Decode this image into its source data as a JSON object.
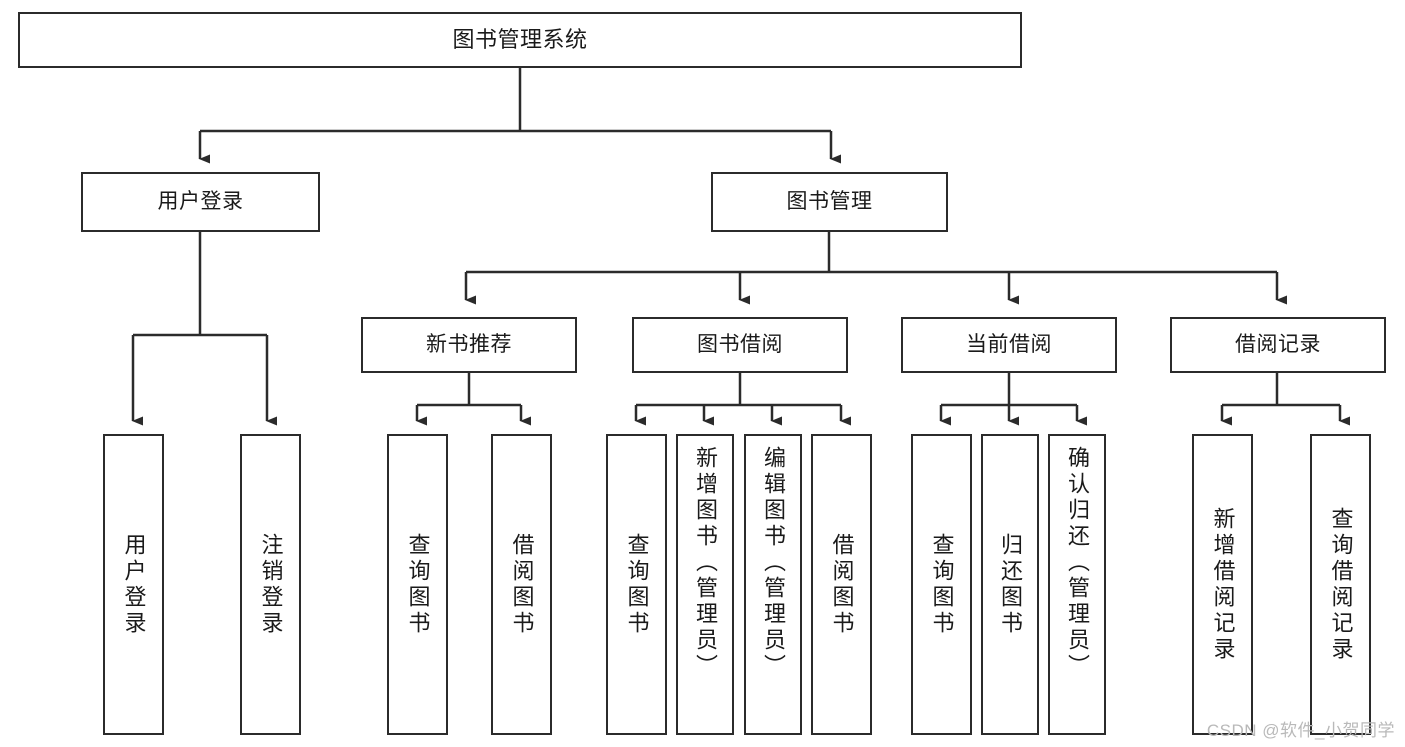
{
  "diagram": {
    "type": "tree-hierarchy-chart",
    "title": "图书管理系统",
    "watermark": "CSDN @软件_小贺同学",
    "colors": {
      "background": "#ffffff",
      "border": "#2b2b2b",
      "connector": "#2b2b2b",
      "text": "#1a1a1a",
      "watermark": "#b9b9b9"
    },
    "root": {
      "label": "图书管理系统"
    },
    "level1": [
      {
        "label": "用户登录"
      },
      {
        "label": "图书管理"
      }
    ],
    "level2": [
      {
        "label": "新书推荐"
      },
      {
        "label": "图书借阅"
      },
      {
        "label": "当前借阅"
      },
      {
        "label": "借阅记录"
      }
    ],
    "leaves": {
      "user_login": [
        {
          "label": "用户登录"
        },
        {
          "label": "注销登录"
        }
      ],
      "new_book_recommend": [
        {
          "label": "查询图书"
        },
        {
          "label": "借阅图书"
        }
      ],
      "book_borrow": [
        {
          "label": "查询图书"
        },
        {
          "label": "新增图书（管理员）"
        },
        {
          "label": "编辑图书（管理员）"
        },
        {
          "label": "借阅图书"
        }
      ],
      "current_borrow": [
        {
          "label": "查询图书"
        },
        {
          "label": "归还图书"
        },
        {
          "label": "确认归还（管理员）"
        }
      ],
      "borrow_record": [
        {
          "label": "新增借阅记录"
        },
        {
          "label": "查询借阅记录"
        }
      ]
    }
  }
}
